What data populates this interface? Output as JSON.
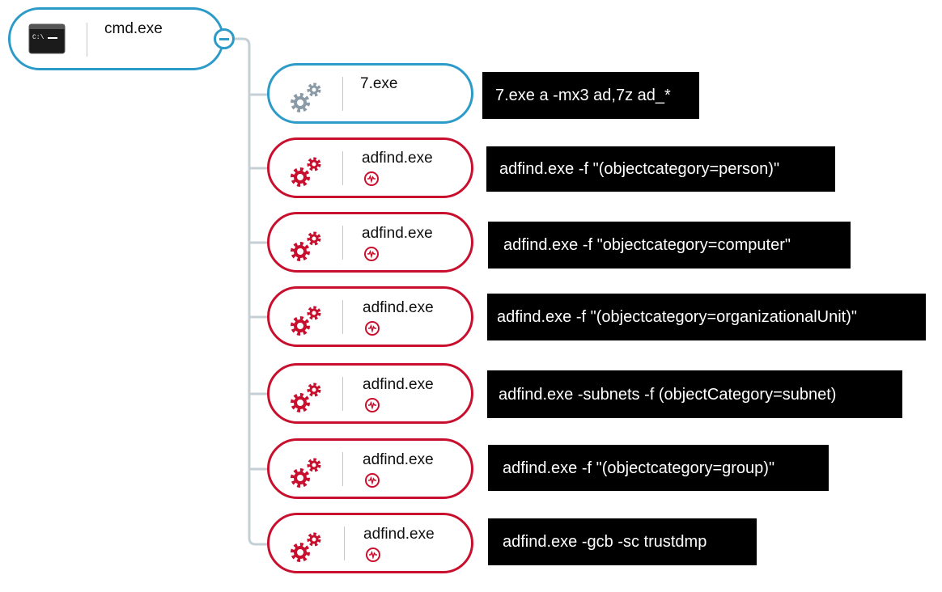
{
  "root": {
    "label": "cmd.exe",
    "icon": "terminal-icon"
  },
  "colors": {
    "blue": "#2c9bc8",
    "red": "#c8102e",
    "gray_gear": "#8a9aa6",
    "connector": "#c5d0d6"
  },
  "children": [
    {
      "label": "7.exe",
      "status": "normal",
      "icon": "gears-icon",
      "command": "7.exe a -mx3 ad,7z ad_*"
    },
    {
      "label": "adfind.exe",
      "status": "malicious",
      "icon": "gears-icon",
      "badge": "activity-icon",
      "command": "adfind.exe -f \"(objectcategory=person)\""
    },
    {
      "label": "adfind.exe",
      "status": "malicious",
      "icon": "gears-icon",
      "badge": "activity-icon",
      "command": "adfind.exe -f \"objectcategory=computer\""
    },
    {
      "label": "adfind.exe",
      "status": "malicious",
      "icon": "gears-icon",
      "badge": "activity-icon",
      "command": "adfind.exe -f \"(objectcategory=organizationalUnit)\""
    },
    {
      "label": "adfind.exe",
      "status": "malicious",
      "icon": "gears-icon",
      "badge": "activity-icon",
      "command": "adfind.exe -subnets -f (objectCategory=subnet)"
    },
    {
      "label": "adfind.exe",
      "status": "malicious",
      "icon": "gears-icon",
      "badge": "activity-icon",
      "command": "adfind.exe -f \"(objectcategory=group)\""
    },
    {
      "label": "adfind.exe",
      "status": "malicious",
      "icon": "gears-icon",
      "badge": "activity-icon",
      "command": "adfind.exe -gcb -sc trustdmp"
    }
  ]
}
